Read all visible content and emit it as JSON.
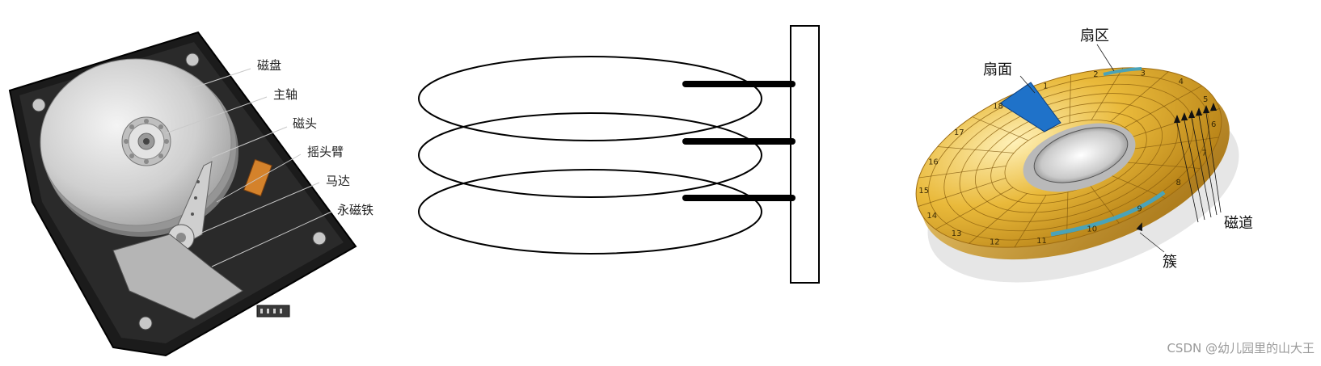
{
  "hdd_labels": {
    "platter": "磁盘",
    "spindle": "主轴",
    "head": "磁头",
    "arm": "摇头臂",
    "motor": "马达",
    "magnet": "永磁铁"
  },
  "disk_labels": {
    "sector": "扇区",
    "surface": "扇面",
    "track": "磁道",
    "cluster": "簇"
  },
  "sector_numbers": [
    "1",
    "2",
    "3",
    "4",
    "5",
    "6",
    "7",
    "8",
    "9",
    "10",
    "11",
    "12",
    "13",
    "14",
    "15",
    "16",
    "17",
    "18"
  ],
  "watermark": "CSDN @幼儿园里的山大王",
  "colors": {
    "disk_gold": "#d9a520",
    "surface_blue": "#1f72c9",
    "cluster_teal": "#4aa3b8",
    "hdd_body": "#1c1c1c",
    "platter_silver": "#d8d8d8"
  }
}
